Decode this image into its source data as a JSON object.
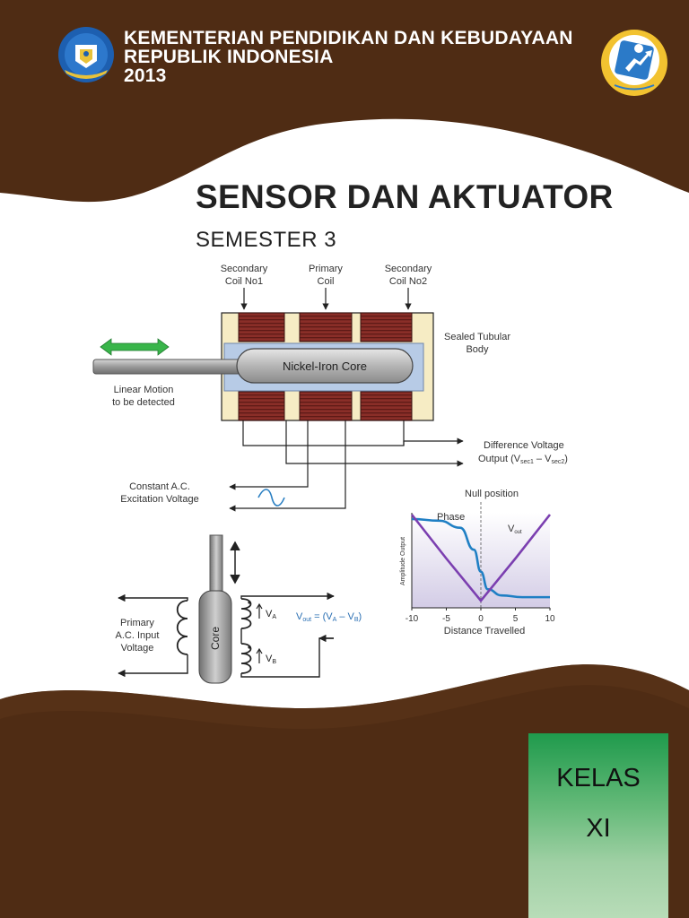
{
  "header": {
    "ministry_line1": "KEMENTERIAN PENDIDIKAN DAN KEBUDAYAAN",
    "ministry_line2": "REPUBLIK INDONESIA",
    "year": "2013"
  },
  "cover": {
    "title": "SENSOR DAN AKTUATOR",
    "subtitle": "SEMESTER 3"
  },
  "lvdt_diagram": {
    "label_secondary1": [
      "Secondary",
      "Coil No1"
    ],
    "label_primary": [
      "Primary",
      "Coil"
    ],
    "label_secondary2": [
      "Secondary",
      "Coil No2"
    ],
    "label_body": [
      "Sealed Tubular",
      "Body"
    ],
    "core_label": "Nickel-Iron Core",
    "motion_label": [
      "Linear Motion",
      "to be detected"
    ],
    "diff_label": [
      "Difference Voltage",
      "Output (V",
      "sec1",
      " – V",
      "sec2",
      ")"
    ],
    "excitation_label": [
      "Constant A.C.",
      "Excitation Voltage"
    ]
  },
  "schematic": {
    "primary_label": [
      "Primary",
      "A.C. Input",
      "Voltage"
    ],
    "core_text": "Core",
    "va": [
      "V",
      "A"
    ],
    "vb": [
      "V",
      "B"
    ],
    "vout": [
      "V",
      "out",
      " = (V",
      "A",
      " – V",
      "B",
      ")"
    ]
  },
  "chart_data": {
    "type": "line",
    "title": "",
    "annotation": "Null position",
    "xlabel": "Distance Travelled",
    "ylabel": "Amplitude Output",
    "xticks": [
      "-10",
      "-5",
      "0",
      "5",
      "10"
    ],
    "xlim": [
      -10,
      10
    ],
    "series": [
      {
        "name": "Phase",
        "x": [
          -10,
          -6,
          -3,
          -1,
          0,
          1,
          3,
          6,
          10
        ],
        "y": [
          0.95,
          0.93,
          0.85,
          0.6,
          0.35,
          0.15,
          0.08,
          0.06,
          0.06
        ]
      },
      {
        "name": "Vout",
        "x": [
          -10,
          -5,
          0,
          5,
          10
        ],
        "y": [
          1.0,
          0.5,
          0.02,
          0.5,
          1.0
        ]
      }
    ]
  },
  "kelas": {
    "label": "KELAS",
    "value": "XI"
  },
  "colors": {
    "background_brown": "#4f2c14",
    "white_band": "#ffffff",
    "kelas_green": "#1f9a4c",
    "coil_red": "#8a2e28",
    "core_blue": "#b7cbe6"
  }
}
